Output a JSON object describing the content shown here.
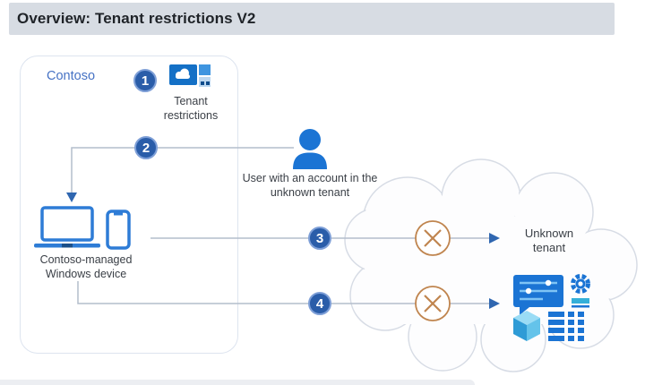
{
  "header": {
    "title": "Overview: Tenant restrictions V2"
  },
  "contoso": {
    "label": "Contoso"
  },
  "steps": {
    "s1": "1",
    "s2": "2",
    "s3": "3",
    "s4": "4"
  },
  "labels": {
    "tenant_restrictions": "Tenant restrictions",
    "user": "User with an account in the unknown tenant",
    "device": "Contoso-managed Windows device",
    "unknown_tenant": "Unknown tenant"
  },
  "icons": {
    "tenant_restrictions": "tenant-restrictions-policy-icon",
    "user": "user-person-icon",
    "devices": "laptop-and-smartphone-icon",
    "blocked": "blocked-cross-circle-icon",
    "cloud": "unknown-tenant-cloud-shape",
    "apps": "apps-and-services-icons"
  },
  "colors": {
    "header_bg": "#d7dce3",
    "title_text": "#1f2328",
    "contoso_text": "#4672c4",
    "box_border": "#dde4ef",
    "step_circle_fill": "#2a5da9",
    "step_circle_ring": "#7e9fd7",
    "icon_blue": "#1b74d4",
    "device_stroke": "#2e7cd6",
    "line_gray": "#b3bdcc",
    "arrow_blue": "#2f66b0",
    "blocked_orange": "#c0854f",
    "cloud_stroke": "#d7dce5",
    "cyan_accent": "#35b0d9"
  }
}
